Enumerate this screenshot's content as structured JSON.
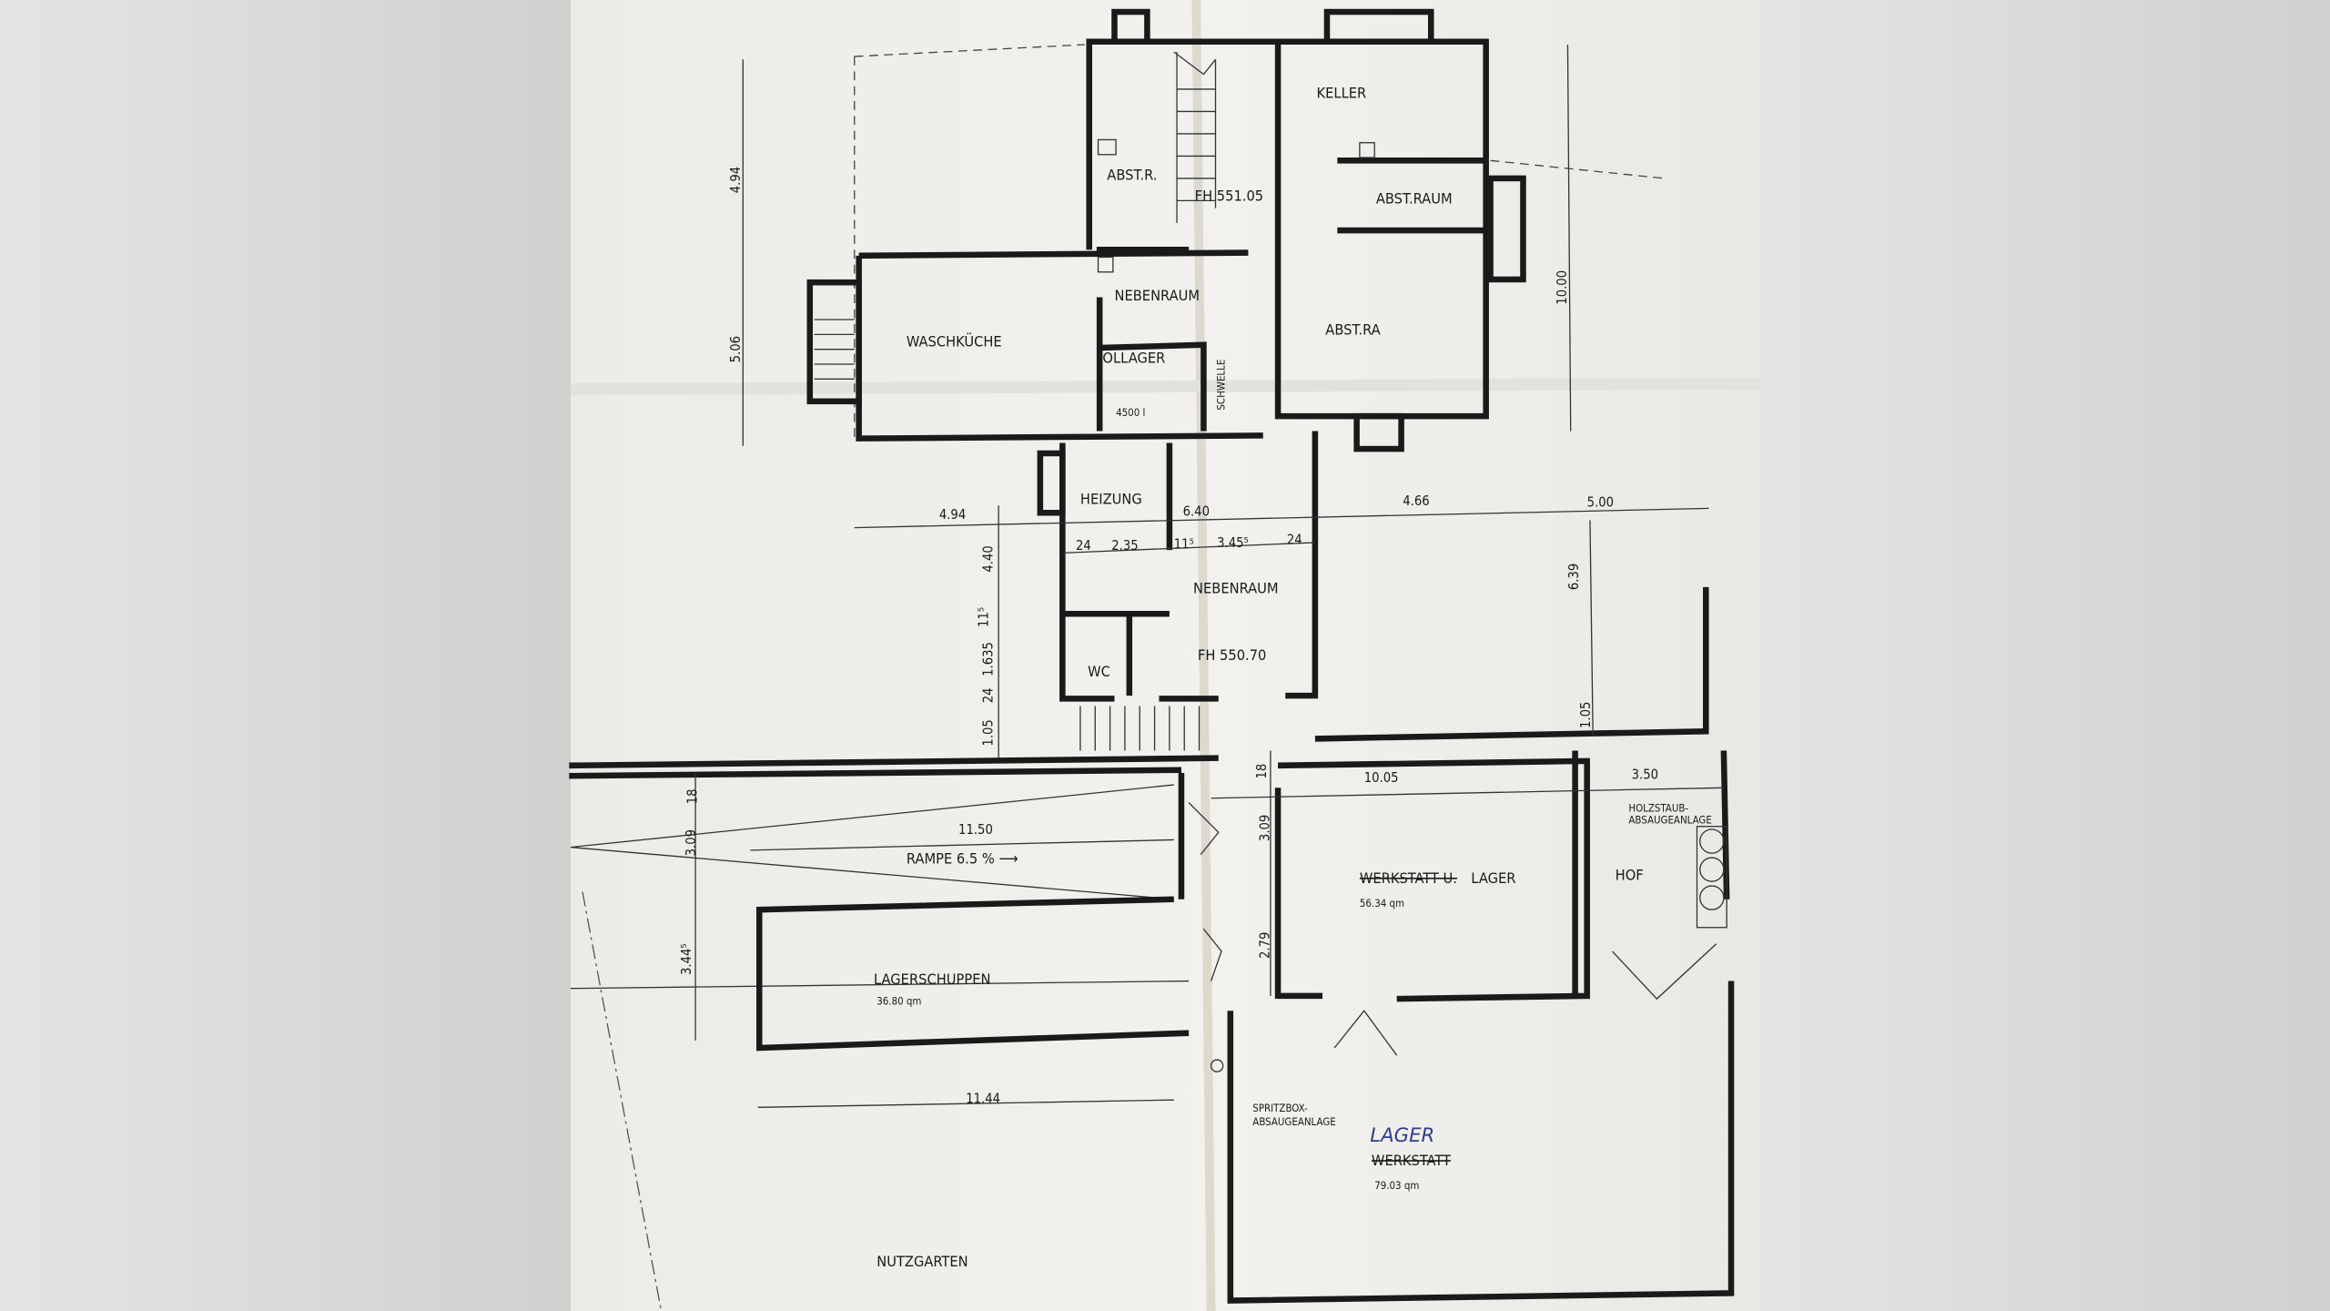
{
  "plan": {
    "rooms": {
      "keller": "KELLER",
      "abst_r": "ABST.R.",
      "fh_upper": "FH 551.05",
      "abst_raum": "ABST.RAUM",
      "nebenraum_upper": "NEBENRAUM",
      "waschkueche": "WASCHKÜCHE",
      "abst_ra": "ABST.RA",
      "oellager": "ÖLLAGER",
      "oellager_volume": "4500 l",
      "schwelle": "SCHWELLE",
      "heizung": "HEIZUNG",
      "nebenraum_lower": "NEBENRAUM",
      "fh_lower": "FH 550.70",
      "wc": "WC",
      "rampe": "RAMPE 6.5 % ⟶",
      "lagerschuppen": "LAGERSCHUPPEN",
      "lagerschuppen_area": "36.80 qm",
      "nutzgarten": "NUTZGARTEN",
      "hof": "HOF",
      "holzstaub_1": "HOLZSTAUB-",
      "holzstaub_2": "ABSAUGEANLAGE",
      "werkstatt_struck": "WERKSTATT U.",
      "lager_upper": "LAGER",
      "werkstatt_area": "56.34 qm",
      "spritzbox_1": "SPRITZBOX-",
      "spritzbox_2": "ABSAUGEANLAGE",
      "lager_handwritten": "LAGER",
      "werkstatt_lower_struck": "WERKSTATT",
      "lower_area": "79.03 qm"
    },
    "dimensions": {
      "d_494_left": "4.94",
      "d_506": "5.06",
      "d_1000": "10.00",
      "d_494_mid": "4.94",
      "d_640": "6.40",
      "d_466": "4.66",
      "d_500": "5.00",
      "d_24a": "24",
      "d_235": "2.35",
      "d_115a": "11⁵",
      "d_3455": "3.45⁵",
      "d_24b": "24",
      "d_440": "4.40",
      "d_115b": "11⁵",
      "d_1635": "1.635",
      "d_24c": "24",
      "d_105a": "1.05",
      "d_639": "6.39",
      "d_105b": "1.05",
      "d_18a": "18",
      "d_309a": "3.09",
      "d_1150": "11.50",
      "d_3445": "3.44⁵",
      "d_1144": "11.44",
      "d_18b": "18",
      "d_309b": "3.09",
      "d_279": "2.79",
      "d_1005": "10.05",
      "d_350": "3.50"
    },
    "colors": {
      "paper": "#efeeea",
      "ink": "#1a1a1a",
      "handwriting": "#2c3f8c"
    }
  }
}
